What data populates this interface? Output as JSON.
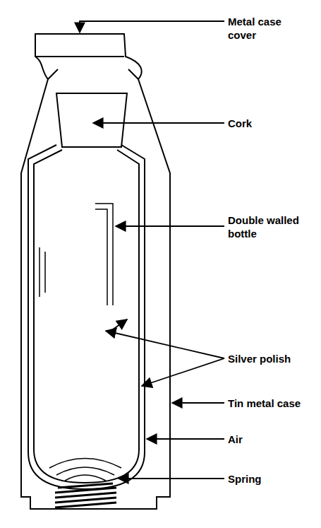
{
  "diagram": {
    "labels": [
      "Metal case cover",
      "Cork",
      "Double walled bottle",
      "Silver polish",
      "Tin metal case",
      "Air",
      "Spring"
    ]
  }
}
